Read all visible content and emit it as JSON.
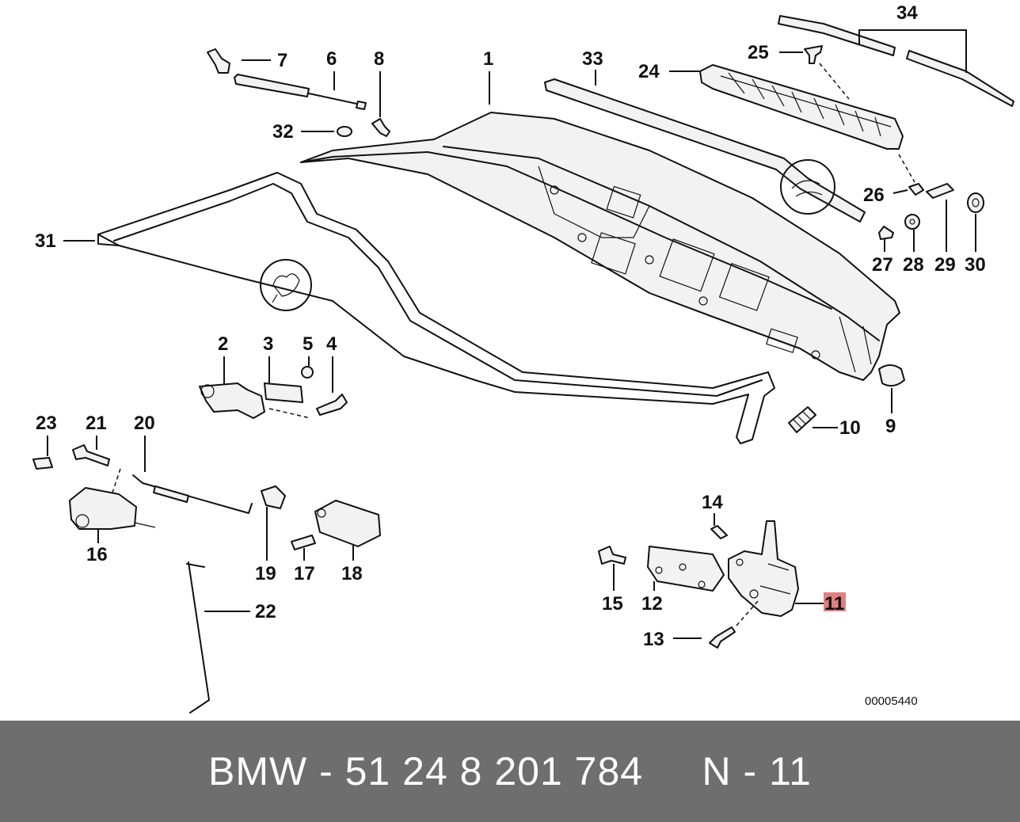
{
  "diagram": {
    "reference_number": "00005440",
    "highlighted_part": "11",
    "highlight_color": "#e08080",
    "labels": {
      "p1": "1",
      "p2": "2",
      "p3": "3",
      "p4": "4",
      "p5": "5",
      "p6": "6",
      "p7": "7",
      "p8": "8",
      "p9": "9",
      "p10": "10",
      "p11": "11",
      "p12": "12",
      "p13": "13",
      "p14": "14",
      "p15": "15",
      "p16": "16",
      "p17": "17",
      "p18": "18",
      "p19": "19",
      "p20": "20",
      "p21": "21",
      "p22": "22",
      "p23": "23",
      "p24": "24",
      "p25": "25",
      "p26": "26",
      "p27": "27",
      "p28": "28",
      "p29": "29",
      "p30": "30",
      "p31": "31",
      "p32": "32",
      "p33": "33",
      "p34": "34"
    }
  },
  "footer": {
    "text": "BMW - 51 24 8 201 784     N - 11",
    "background": "#6e6e6e"
  }
}
